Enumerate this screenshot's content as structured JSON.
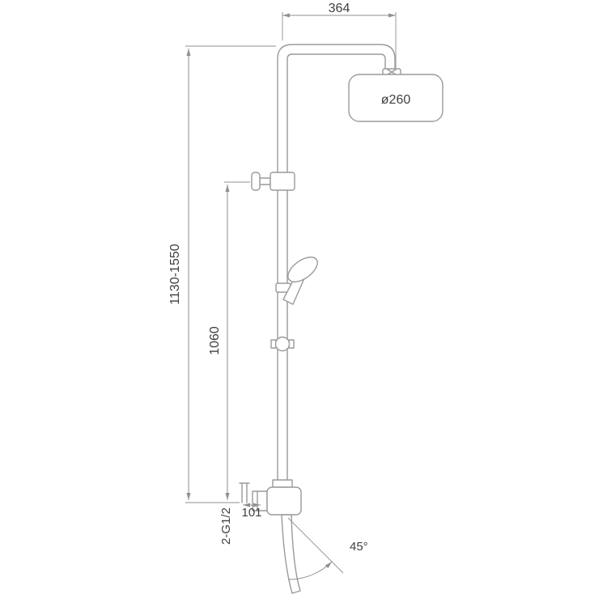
{
  "drawing": {
    "title": "shower-system-dimension-drawing",
    "labels": {
      "top_width": "364",
      "head_diameter": "ø260",
      "total_height": "1130-1550",
      "bracket_height": "1060",
      "inlet_offset": "101",
      "thread_spec": "2-G1/2",
      "handle_angle": "45°"
    },
    "colors": {
      "background": "#ffffff",
      "outline": "#9a9a9a",
      "dimension": "#8f8f8f",
      "text": "#3f3f3f"
    }
  }
}
